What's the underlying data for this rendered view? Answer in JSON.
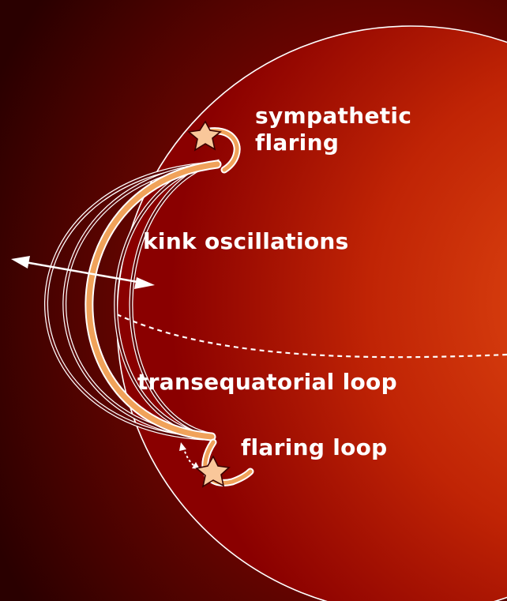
{
  "labels": {
    "sympathetic_flaring": "sympathetic flaring",
    "kink_oscillations": "kink oscillations",
    "transequatorial_loop": "transequatorial loop",
    "flaring_loop": "flaring loop"
  },
  "colors": {
    "background_dark": "#2a0000",
    "sun_center": "#e24a12",
    "sun_edge": "#8a0000",
    "loop_fill": "#f0a25a",
    "loop_dark": "#5a0000",
    "limb": "#ffffff",
    "star_fill": "#f9c79a"
  },
  "icons": {
    "flare_star": "star-icon",
    "oscillation_arrow": "double-arrow-icon"
  }
}
